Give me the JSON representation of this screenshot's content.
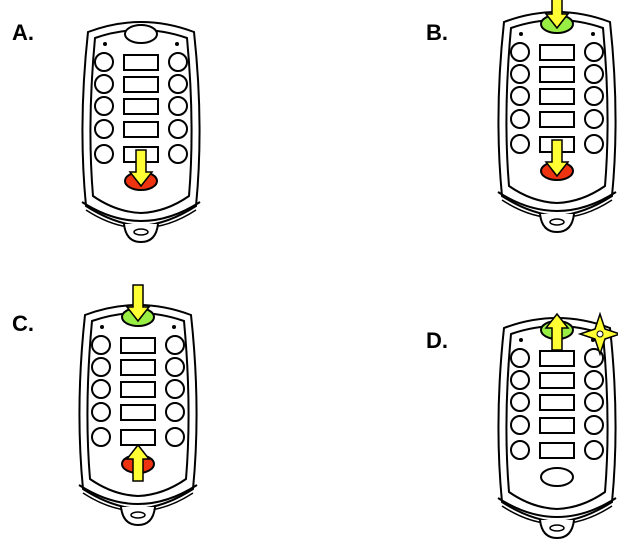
{
  "colors": {
    "outline": "#000000",
    "body_fill": "#ffffff",
    "arrow_yellow": "#ffff33",
    "button_green": "#99ee44",
    "button_red": "#ee3311"
  },
  "panels": [
    {
      "label": "A.",
      "top_button": {
        "shape": "oval",
        "color": "white"
      },
      "bottom_button": {
        "shape": "oval",
        "color": "red"
      },
      "arrows": [
        {
          "target": "bottom",
          "direction": "down"
        }
      ],
      "star_icon": false,
      "bottom_row_slot": "rectangle"
    },
    {
      "label": "B.",
      "top_button": {
        "shape": "oval",
        "color": "green"
      },
      "bottom_button": {
        "shape": "oval",
        "color": "red"
      },
      "arrows": [
        {
          "target": "top",
          "direction": "down"
        },
        {
          "target": "bottom",
          "direction": "down"
        }
      ],
      "star_icon": false,
      "bottom_row_slot": "rectangle"
    },
    {
      "label": "C.",
      "top_button": {
        "shape": "oval",
        "color": "green"
      },
      "bottom_button": {
        "shape": "oval",
        "color": "red"
      },
      "arrows": [
        {
          "target": "top",
          "direction": "down"
        },
        {
          "target": "bottom",
          "direction": "up"
        }
      ],
      "star_icon": false,
      "bottom_row_slot": "rectangle"
    },
    {
      "label": "D.",
      "top_button": {
        "shape": "oval",
        "color": "green"
      },
      "bottom_button": {
        "shape": "oval",
        "color": "white"
      },
      "arrows": [
        {
          "target": "top",
          "direction": "up"
        }
      ],
      "star_icon": true,
      "bottom_row_slot": "rectangle"
    }
  ]
}
